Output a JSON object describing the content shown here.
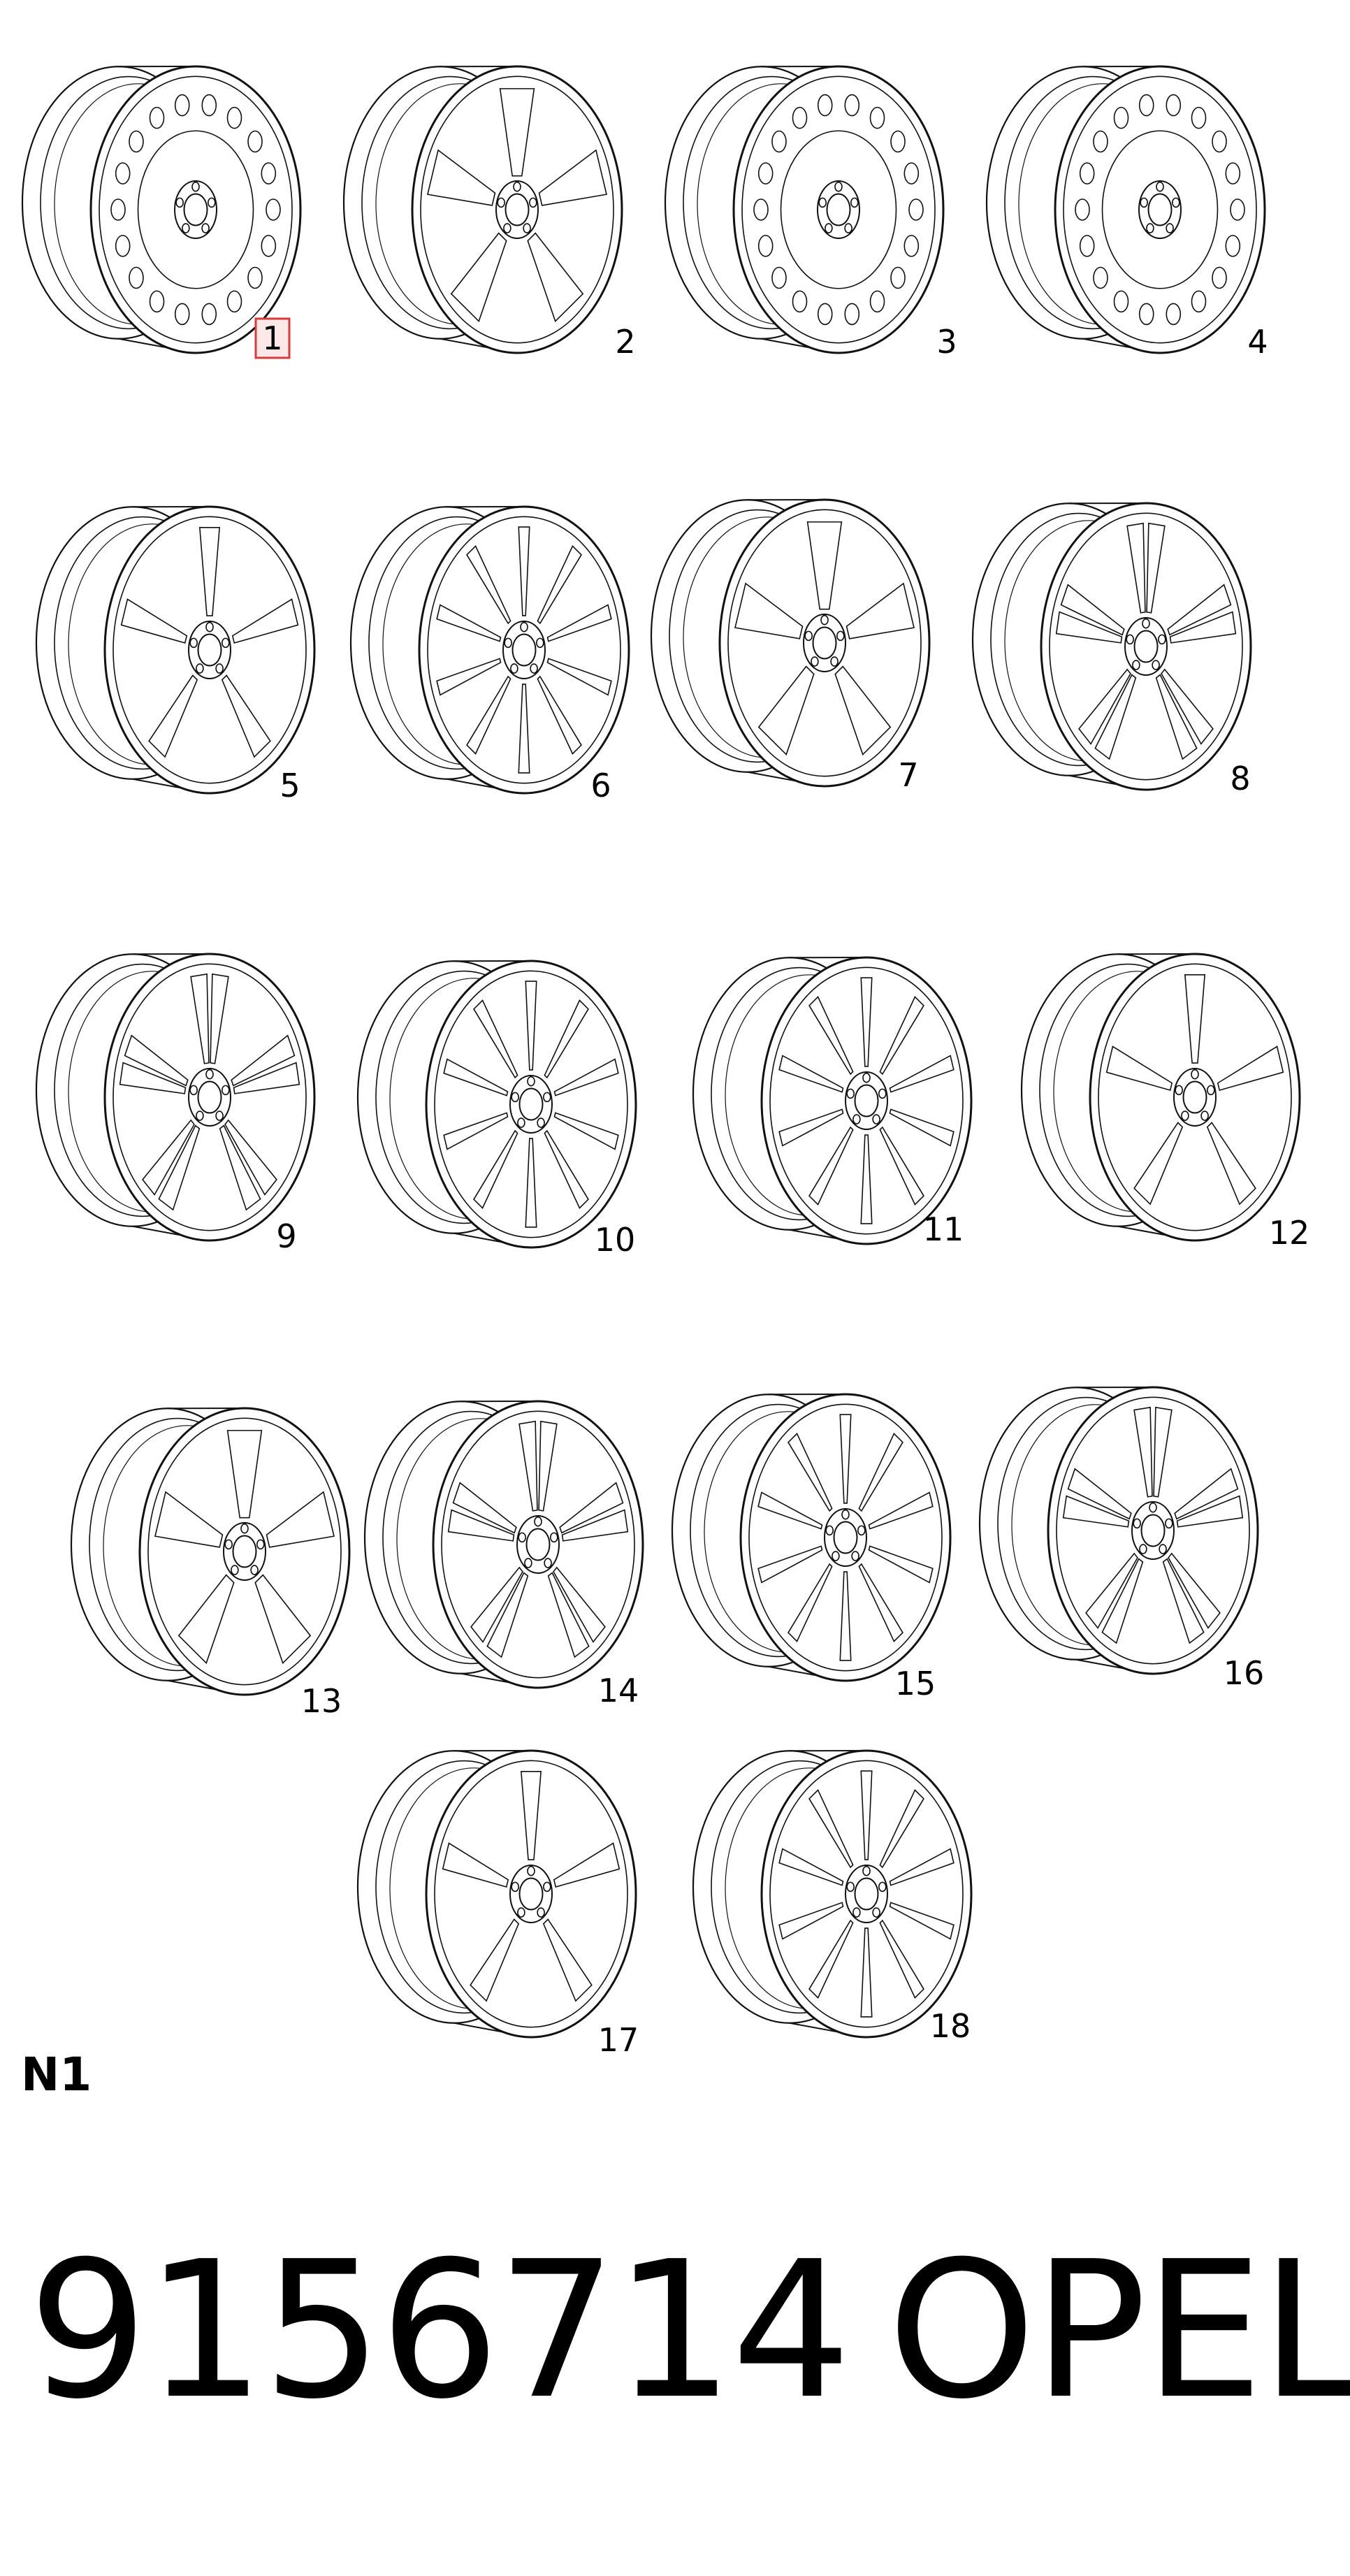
{
  "diagram": {
    "section_label": "N1",
    "part_number": "9156714",
    "brand": "OPEL",
    "highlight_color": "#d93a3a",
    "wheels": [
      {
        "label": "1",
        "style": "steel",
        "highlighted": true
      },
      {
        "label": "2",
        "style": "spoke-5-wide",
        "highlighted": false
      },
      {
        "label": "3",
        "style": "steel",
        "highlighted": false
      },
      {
        "label": "4",
        "style": "steel",
        "highlighted": false
      },
      {
        "label": "5",
        "style": "spoke-5",
        "highlighted": false
      },
      {
        "label": "6",
        "style": "spoke-many",
        "highlighted": false
      },
      {
        "label": "7",
        "style": "spoke-5-wide",
        "highlighted": false
      },
      {
        "label": "8",
        "style": "spoke-double",
        "highlighted": false
      },
      {
        "label": "9",
        "style": "spoke-double",
        "highlighted": false
      },
      {
        "label": "10",
        "style": "spoke-many",
        "highlighted": false
      },
      {
        "label": "11",
        "style": "spoke-many",
        "highlighted": false
      },
      {
        "label": "12",
        "style": "spoke-5",
        "highlighted": false
      },
      {
        "label": "13",
        "style": "spoke-5-wide",
        "highlighted": false
      },
      {
        "label": "14",
        "style": "spoke-double",
        "highlighted": false
      },
      {
        "label": "15",
        "style": "spoke-many",
        "highlighted": false
      },
      {
        "label": "16",
        "style": "spoke-double",
        "highlighted": false
      },
      {
        "label": "17",
        "style": "spoke-5",
        "highlighted": false
      },
      {
        "label": "18",
        "style": "spoke-many",
        "highlighted": false
      }
    ]
  }
}
